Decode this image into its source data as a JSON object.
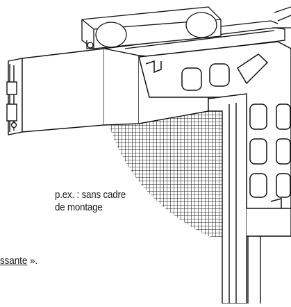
{
  "illustration": {
    "caption_line1": "p.ex. : sans cadre",
    "caption_line2": "de montage",
    "snippet_underlined": "ssante",
    "snippet_tail": " ».",
    "colors": {
      "stroke": "#111111",
      "mesh": "#1a1a1a",
      "fill": "#ffffff",
      "shade": "#e8e8e8"
    }
  }
}
